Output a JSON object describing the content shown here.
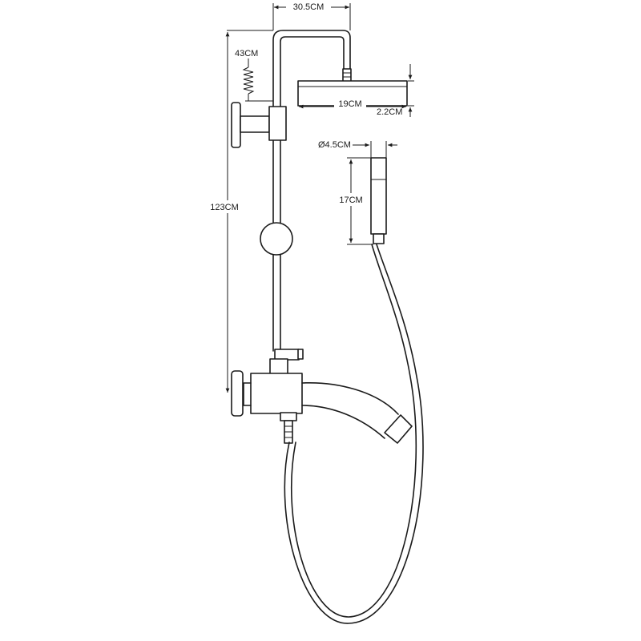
{
  "dimensions": {
    "arm_width": "30.5CM",
    "slide_height": "43CM",
    "head_diameter": "19CM",
    "head_thickness": "2.2CM",
    "total_height": "123CM",
    "handle_diameter": "Ø4.5CM",
    "handle_length": "17CM"
  },
  "colors": {
    "line": "#1a1a1a",
    "background": "#ffffff"
  }
}
